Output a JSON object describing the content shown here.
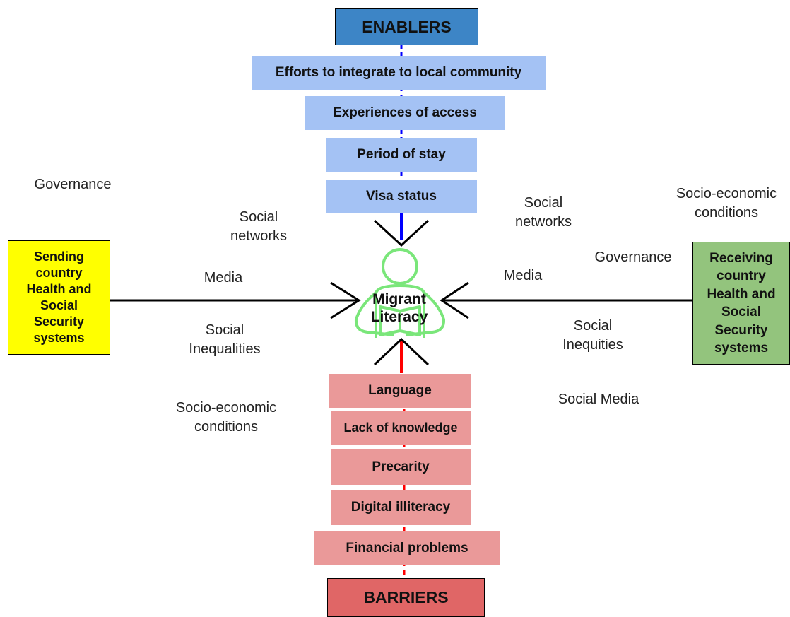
{
  "enablers": {
    "title": "ENABLERS",
    "items": [
      "Efforts to integrate to local community",
      "Experiences of access",
      "Period of stay",
      "Visa status"
    ]
  },
  "barriers": {
    "title": "BARRIERS",
    "items": [
      "Language",
      "Lack of knowledge",
      "Precarity",
      "Digital illiteracy",
      "Financial problems"
    ]
  },
  "center": {
    "line1": "Migrant",
    "line2": "Literacy"
  },
  "sending": {
    "lines": [
      "Sending",
      "country",
      "Health and",
      "Social",
      "Security",
      "systems"
    ]
  },
  "receiving": {
    "lines": [
      "Receiving",
      "country",
      "Health and",
      "Social",
      "Security",
      "systems"
    ]
  },
  "left_factors": {
    "governance": "Governance",
    "social_networks": [
      "Social",
      "networks"
    ],
    "media": "Media",
    "social_inequalities": [
      "Social",
      "Inequalities"
    ],
    "socio_economic": [
      "Socio-economic",
      "conditions"
    ]
  },
  "right_factors": {
    "socio_economic": [
      "Socio-economic",
      "conditions"
    ],
    "social_networks": [
      "Social",
      "networks"
    ],
    "governance": "Governance",
    "media": "Media",
    "social_inequities": [
      "Social",
      "Inequities"
    ],
    "social_media": "Social Media"
  },
  "colors": {
    "enabler_box": "#a4c2f4",
    "enablers_title": "#3d85c6",
    "barrier_box": "#ea9999",
    "barriers_title": "#e06666",
    "sending_box": "#ffff00",
    "receiving_box": "#93c47d",
    "enabler_line": "#0000ff",
    "barrier_line": "#ff0000",
    "migrant_icon": "#7ae67a"
  },
  "icons": {
    "center": "person-reading-icon"
  }
}
